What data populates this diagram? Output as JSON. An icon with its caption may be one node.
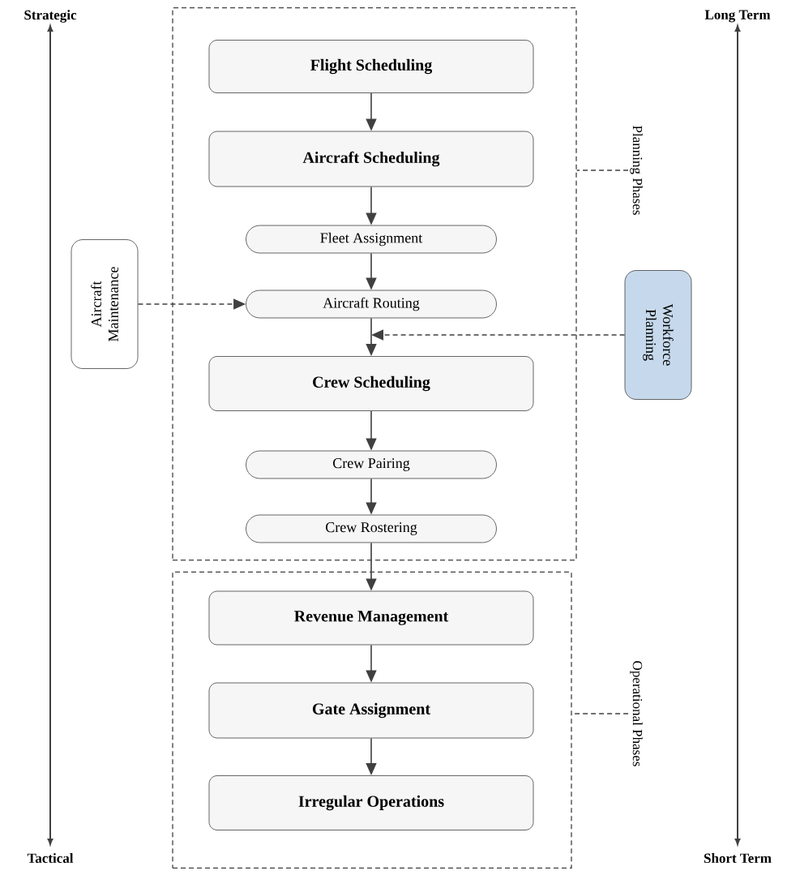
{
  "diagram": {
    "nodes": [
      {
        "text": [],
        "shape": "box"
      },
      {
        "text": [
          "Flight Scheduling"
        ],
        "in": 0
      },
      {
        "text": [
          "Aircraft Scheduling"
        ],
        "in": 0
      },
      {
        "text": [
          "Fleet Assignment"
        ],
        "in": 0
      },
      {
        "text": [
          "Aircraft Routing"
        ],
        "in": 0
      },
      {
        "text": [
          "Crew Scheduling"
        ],
        "in": 0
      },
      {
        "text": [
          "Crew Pairing"
        ],
        "in": 0
      },
      {
        "text": [
          "Crew Rostering"
        ],
        "in": 0
      },
      {
        "text": [],
        "shape": "box"
      },
      {
        "text": [
          "Revenue Management"
        ],
        "in": 8
      },
      {
        "text": [
          "Gate Assignment"
        ],
        "in": 8
      },
      {
        "text": [
          "Irregular Operations"
        ],
        "in": 8
      },
      {
        "text": [
          "Aircraft Maintenance"
        ]
      },
      {
        "text": [
          "Workforce Planning"
        ]
      },
      {
        "text": [
          "Planning Phases"
        ]
      },
      {
        "text": [
          "Operational Phases"
        ]
      }
    ],
    "edges": [
      {
        "from": 1,
        "to": 2,
        "arrow": "to"
      },
      {
        "from": 2,
        "to": 3,
        "arrow": "to"
      },
      {
        "from": 3,
        "to": 4,
        "arrow": "to"
      },
      {
        "from": 4,
        "to": 5,
        "arrow": "to"
      },
      {
        "from": 5,
        "to": 6,
        "arrow": "to"
      },
      {
        "from": 6,
        "to": 7,
        "arrow": "to"
      },
      {
        "from": 7,
        "to": 9,
        "arrow": "to"
      },
      {
        "from": 9,
        "to": 10,
        "arrow": "to"
      },
      {
        "from": 10,
        "to": 11,
        "arrow": "to"
      },
      {
        "from": 12,
        "to": 4,
        "arrow": "to",
        "style": "dashed"
      },
      {
        "from": 13,
        "to": null,
        "arrow": "to",
        "style": "dashed"
      },
      {
        "from": 14,
        "to": 0,
        "arrow": "none",
        "style": "dashed"
      },
      {
        "from": 15,
        "to": 8,
        "arrow": "none",
        "style": "dashed"
      }
    ],
    "labels": [
      "Strategic",
      "Tactical",
      "Long Term",
      "Short Term"
    ]
  }
}
